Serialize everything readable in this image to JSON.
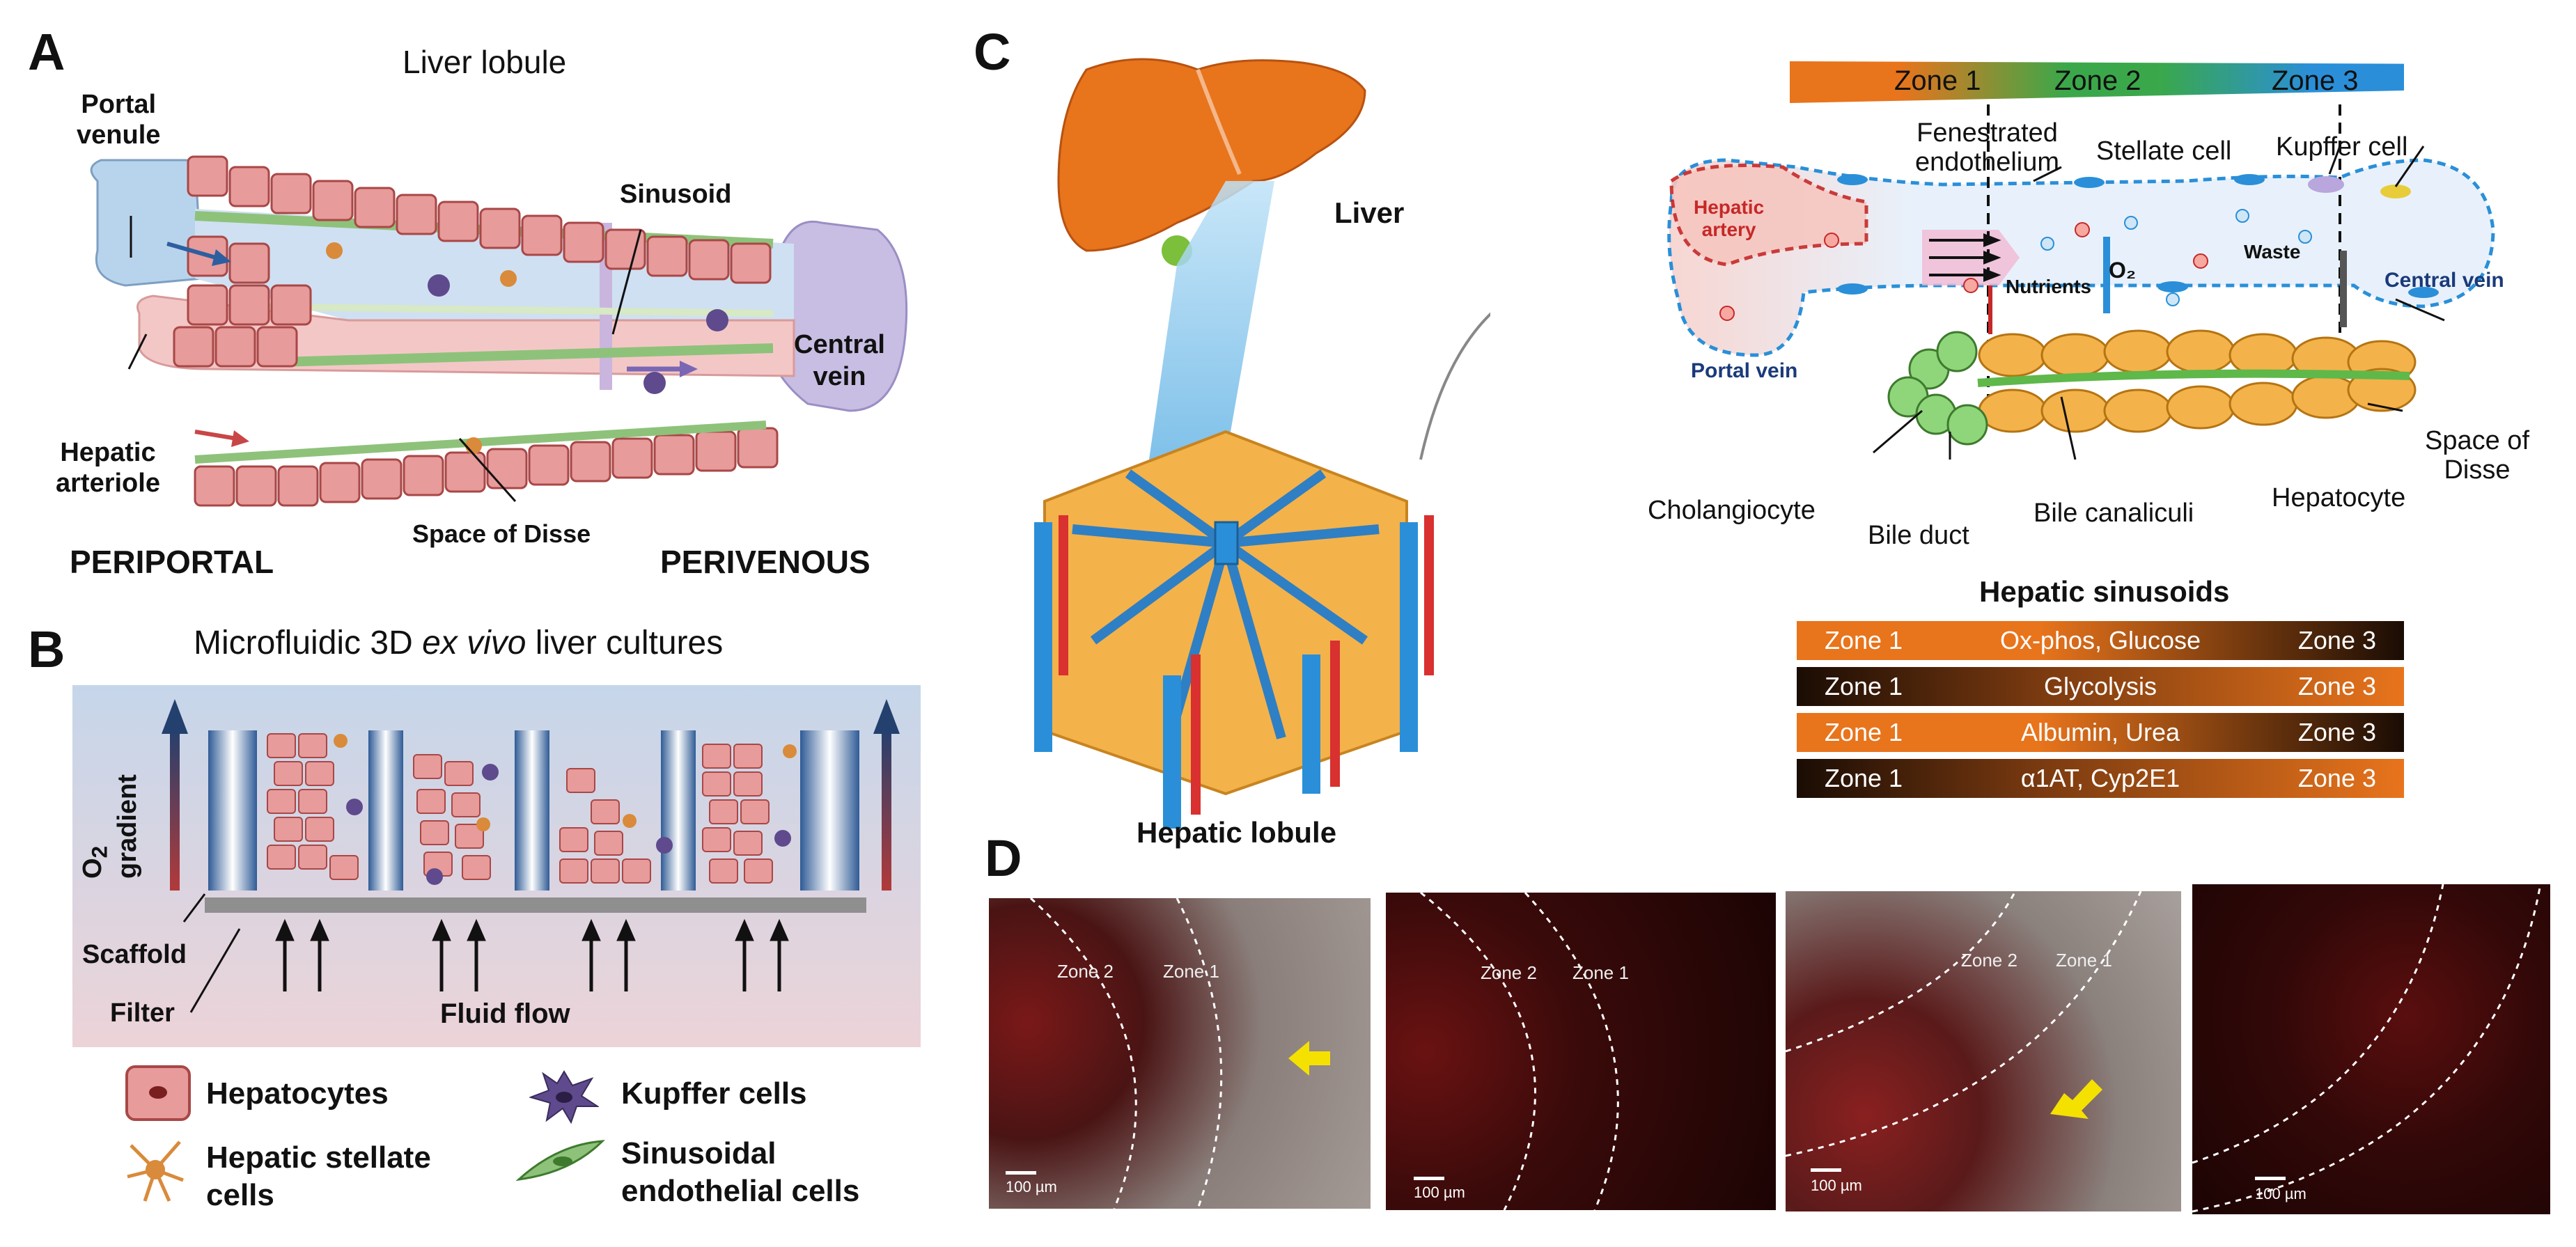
{
  "panels": {
    "a": {
      "letter": "A",
      "title": "Liver lobule",
      "labels": {
        "portal_venule": "Portal\nvenule",
        "hepatic_arteriole": "Hepatic\narteriole",
        "sinusoid": "Sinusoid",
        "central_vein": "Central\nvein",
        "space_of_disse": "Space of Disse",
        "periportal": "PERIPORTAL",
        "perivenous": "PERIVENOUS"
      }
    },
    "b": {
      "letter": "B",
      "title_pre": "Microfluidic 3D ",
      "title_em": "ex vivo",
      "title_post": " liver cultures",
      "o2": "O",
      "o2_sub": "2",
      "gradient": "gradient",
      "scaffold": "Scaffold",
      "filter": "Filter",
      "fluid_flow": "Fluid flow",
      "legend": {
        "hepatocytes": "Hepatocytes",
        "kupffer": "Kupffer cells",
        "stellate": "Hepatic stellate\ncells",
        "sinusoidal": "Sinusoidal\nendothelial cells"
      }
    },
    "c": {
      "letter": "C",
      "liver": "Liver",
      "hepatic_lobule": "Hepatic lobule",
      "zones": [
        "Zone 1",
        "Zone 2",
        "Zone 3"
      ],
      "labels": {
        "fenestrated": "Fenestrated\nendothelium",
        "stellate_cell": "Stellate cell",
        "kupffer_cell": "Kupffer cell",
        "hepatic_artery": "Hepatic\nartery",
        "nutrients": "Nutrients",
        "o2": "O₂",
        "waste": "Waste",
        "central_vein": "Central vein",
        "portal_vein": "Portal vein",
        "space_of_disse": "Space of\nDisse",
        "cholangiocyte": "Cholangiocyte",
        "bile_duct": "Bile duct",
        "bile_canaliculi": "Bile canaliculi",
        "hepatocyte": "Hepatocyte",
        "hepatic_sinusoids": "Hepatic sinusoids"
      },
      "gradients": [
        {
          "left": "Zone 1",
          "middle": "Ox-phos, Glucose",
          "right": "Zone 3"
        },
        {
          "left": "Zone 1",
          "middle": "Glycolysis",
          "right": "Zone 3"
        },
        {
          "left": "Zone 1",
          "middle": "Albumin, Urea",
          "right": "Zone 3"
        },
        {
          "left": "Zone 1",
          "middle": "α1AT, Cyp2E1",
          "right": "Zone 3"
        }
      ],
      "colors": {
        "orange": "#e8741c",
        "green": "#3aa84a",
        "blue": "#2a8fd8",
        "black": "#1a0c04"
      }
    },
    "d": {
      "letter": "D",
      "images": [
        {
          "labels": [
            "Zone 2",
            "Zone 1"
          ],
          "scale": "100 µm"
        },
        {
          "labels": [
            "Zone 2",
            "Zone 1"
          ],
          "scale": "100 µm"
        },
        {
          "labels": [
            "Zone 2",
            "Zone 1"
          ],
          "scale": "100 µm"
        },
        {
          "labels": [],
          "scale": "100 µm"
        }
      ]
    }
  }
}
